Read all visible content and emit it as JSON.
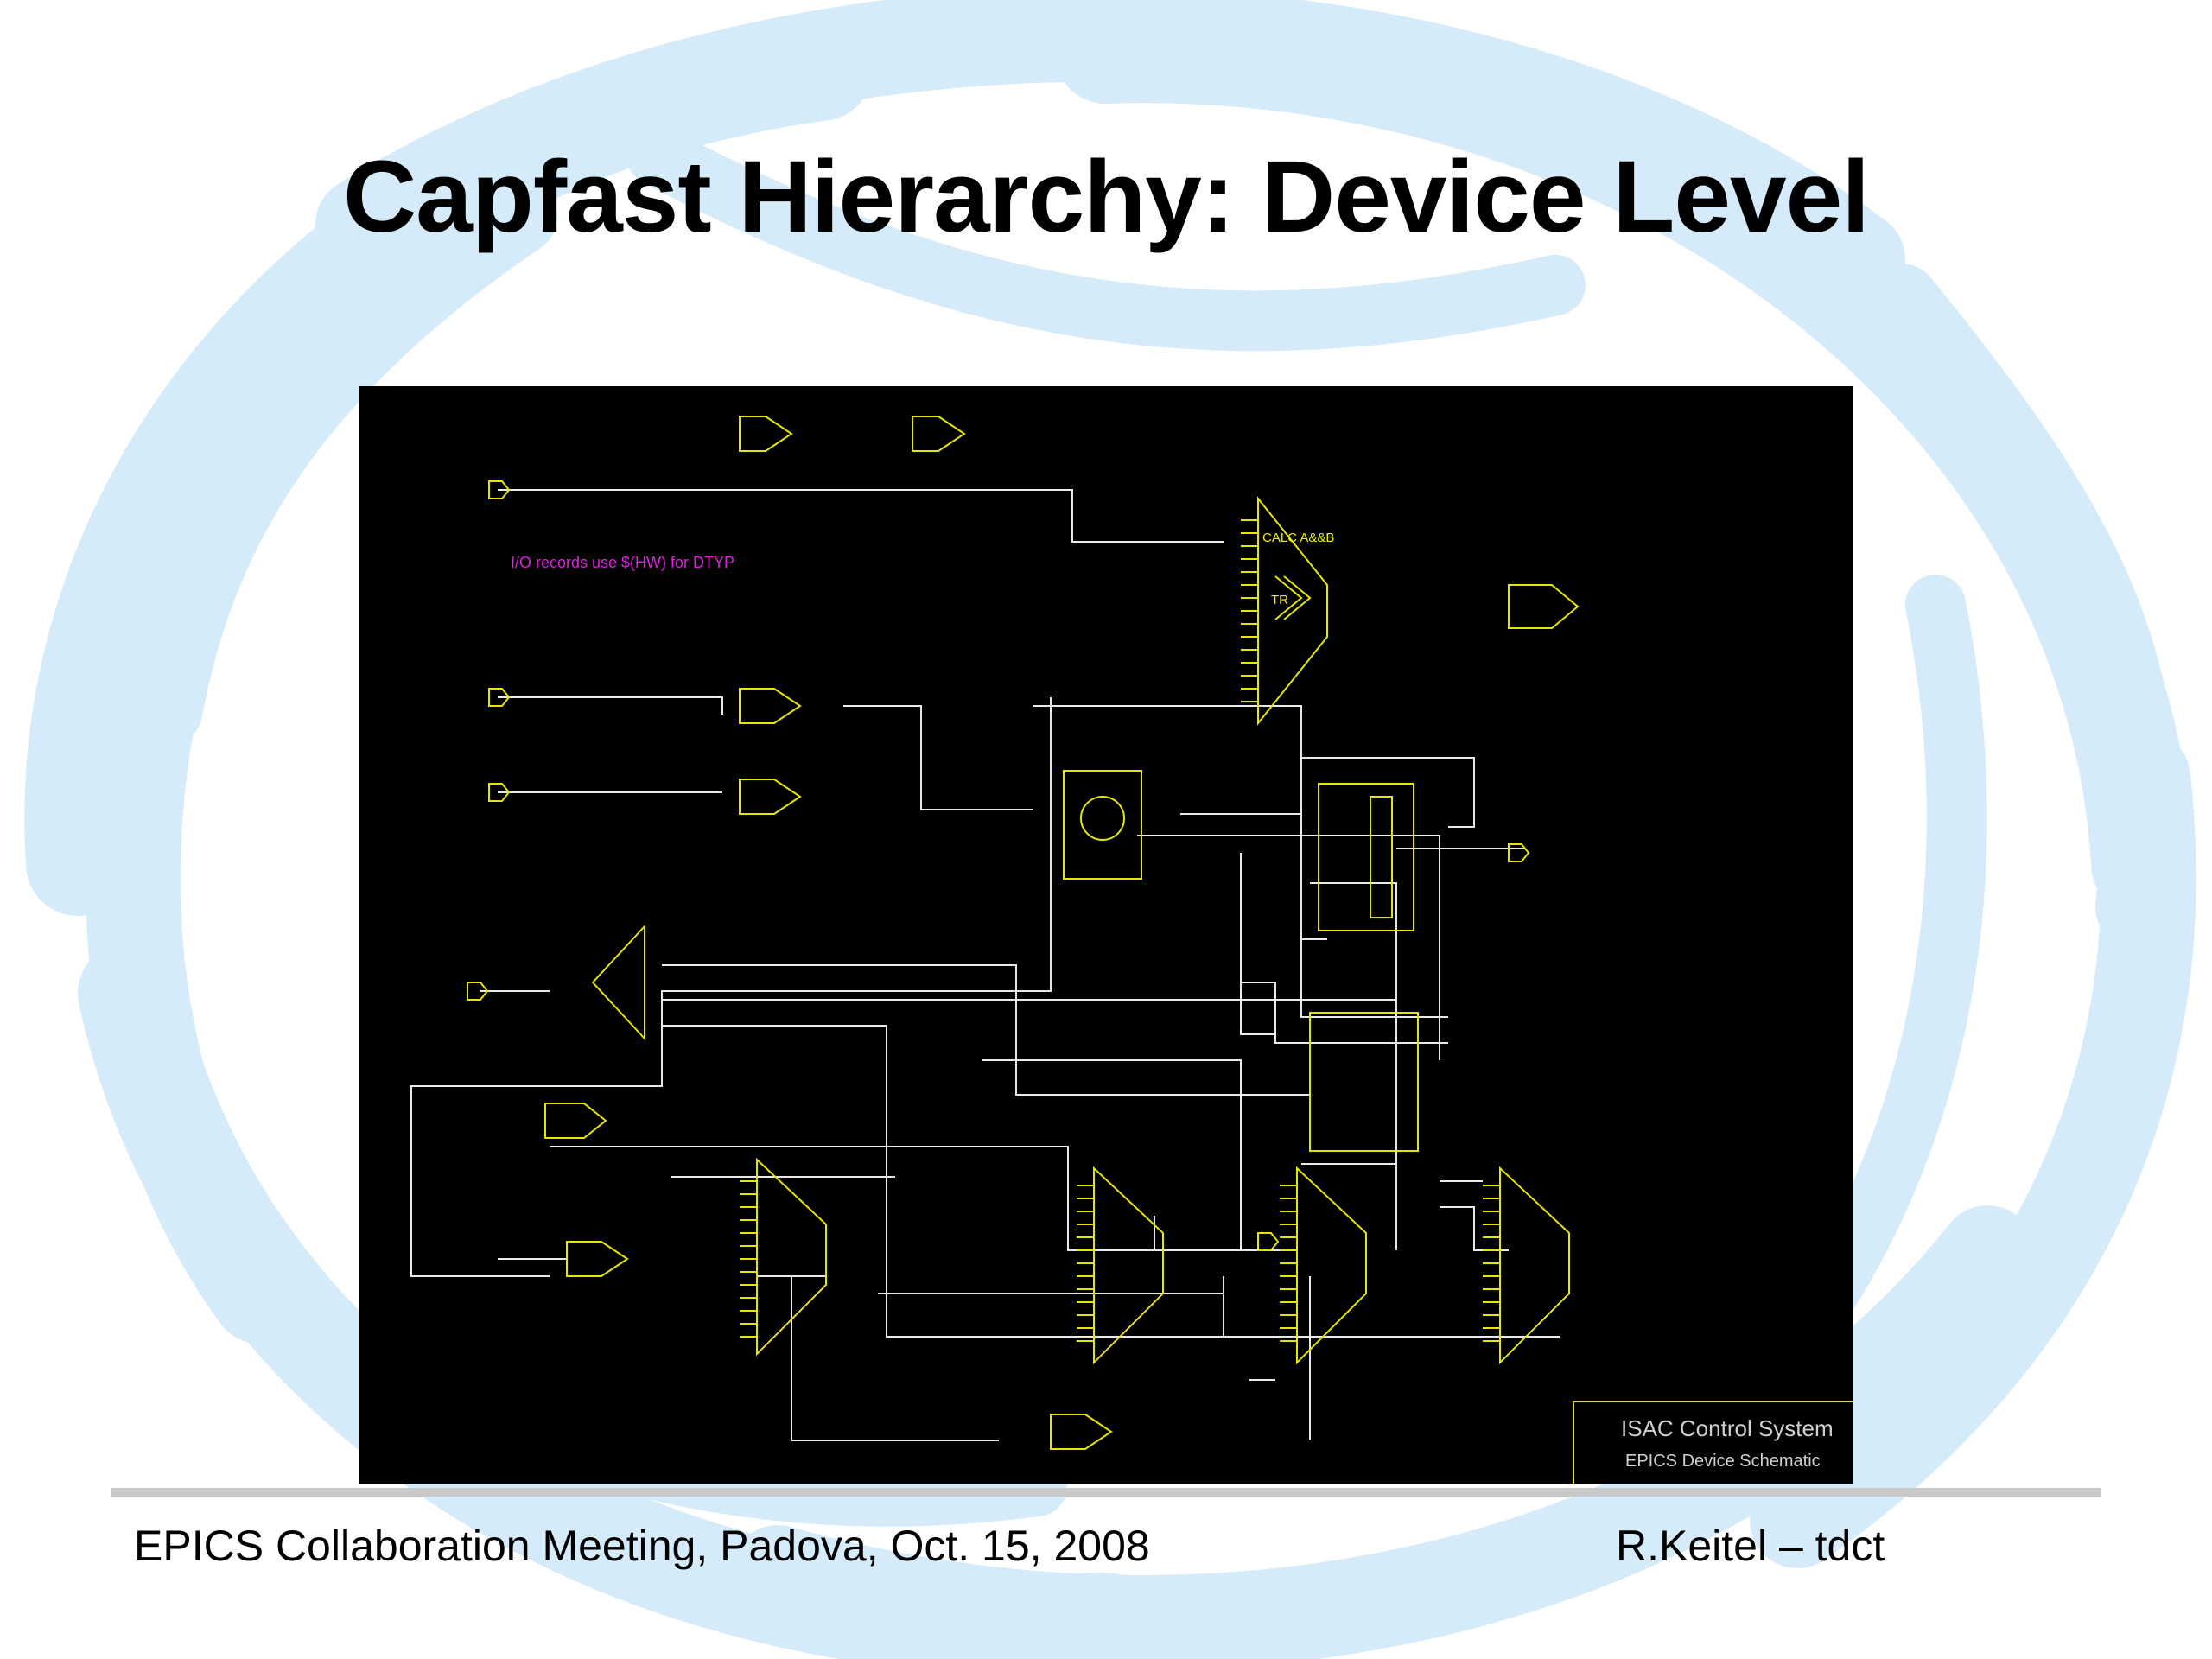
{
  "slide": {
    "title": "Capfast Hierarchy: Device Level",
    "footer_left": "EPICS Collaboration Meeting, Padova, Oct. 15, 2008",
    "footer_right": "R.Keitel – tdct"
  },
  "schematic": {
    "note": "I/O records use $(HW) for DTYP",
    "title_block": {
      "line1": "ISAC Control System",
      "line2": "EPICS Device Schematic"
    },
    "block_labels": [
      "CALC A&&B",
      "TR"
    ]
  },
  "colors": {
    "background_swirl": "#d6ebf9",
    "schematic_bg": "#000000",
    "wire": "#e8e8e8",
    "component": "#e6e600",
    "annotation": "#e020e0",
    "rule": "#c8c8c8"
  }
}
